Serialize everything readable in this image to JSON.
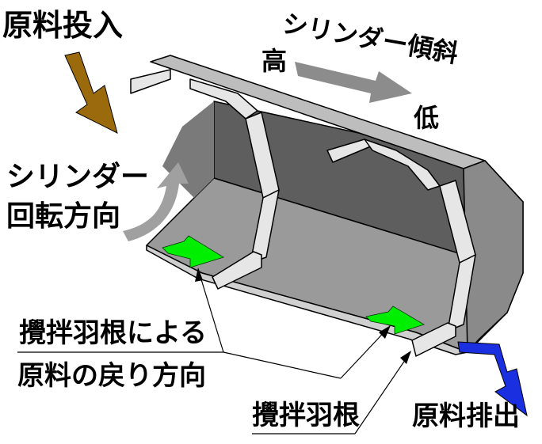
{
  "labels": {
    "material_input": "原料投入",
    "cylinder_incline": "シリンダー傾斜",
    "high": "高",
    "low": "低",
    "rotation_line1": "シリンダー",
    "rotation_line2": "回転方向",
    "return_line1": "攪拌羽根による",
    "return_line2": "原料の戻り方向",
    "blade": "攪拌羽根",
    "material_output": "原料排出"
  },
  "colors": {
    "input_arrow": "#9b6a0c",
    "incline_arrow": "#8c8c8c",
    "rotation_arrow": "#a0a0a0",
    "return_arrow": "#00ee00",
    "output_arrow": "#1a2fe0"
  }
}
